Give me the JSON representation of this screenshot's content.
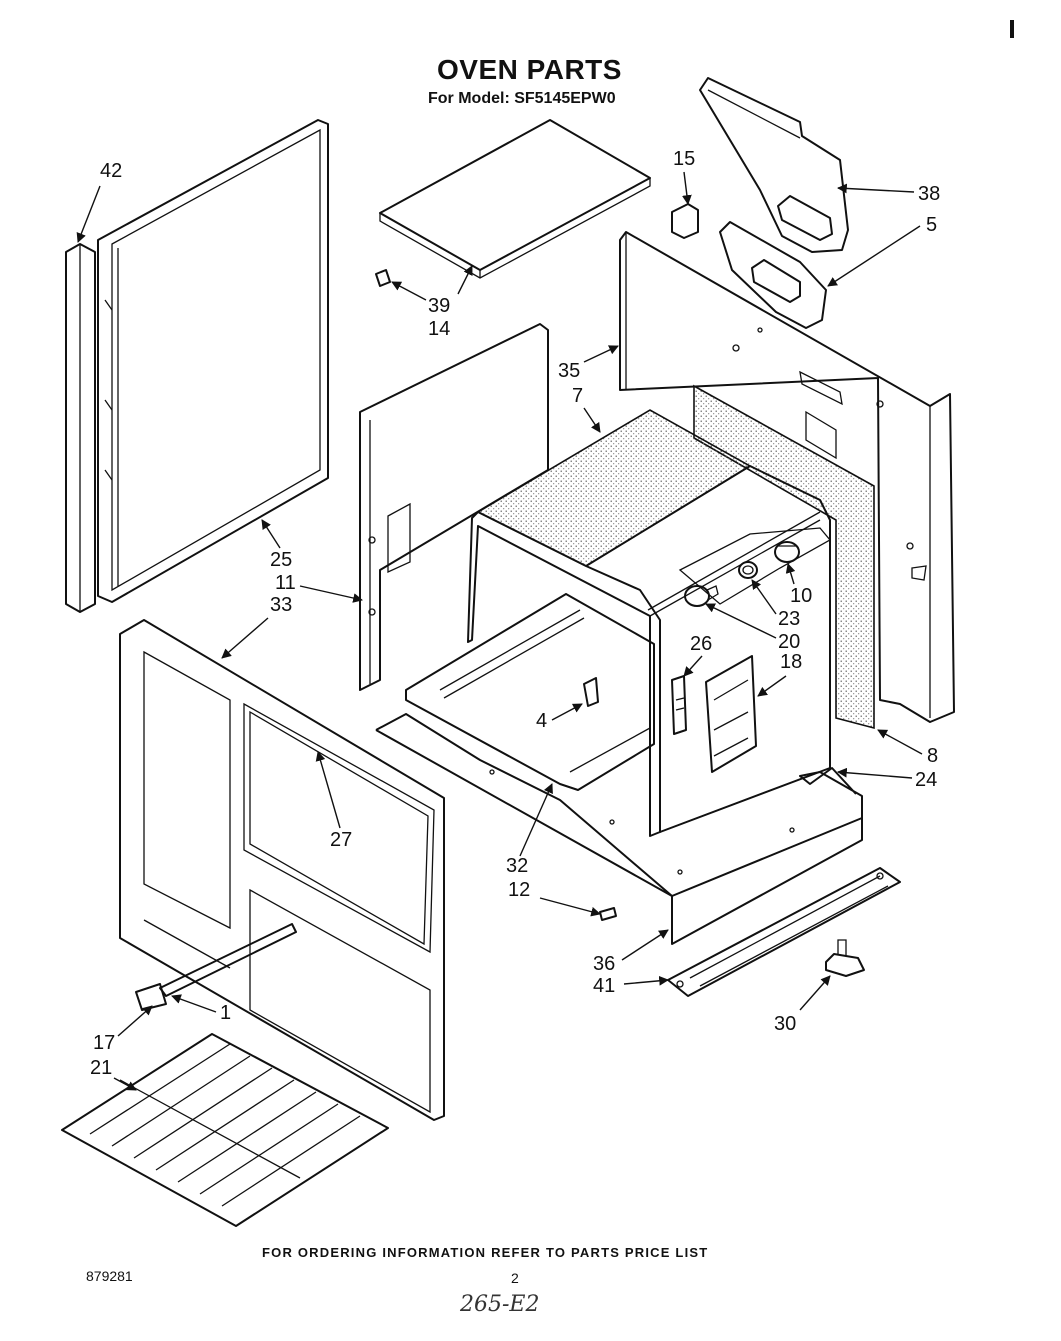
{
  "header": {
    "title": "OVEN PARTS",
    "subtitle": "For Model: SF5145EPW0"
  },
  "footer": {
    "ordering_note": "FOR ORDERING INFORMATION REFER TO PARTS PRICE LIST",
    "document_number": "879281",
    "page_number": "2",
    "handwritten_note": "265-E2"
  },
  "callouts": [
    "42",
    "15",
    "38",
    "5",
    "39",
    "14",
    "35",
    "7",
    "25",
    "11",
    "33",
    "10",
    "23",
    "20",
    "26",
    "18",
    "4",
    "8",
    "24",
    "27",
    "32",
    "12",
    "36",
    "41",
    "30",
    "17",
    "21",
    "1"
  ]
}
